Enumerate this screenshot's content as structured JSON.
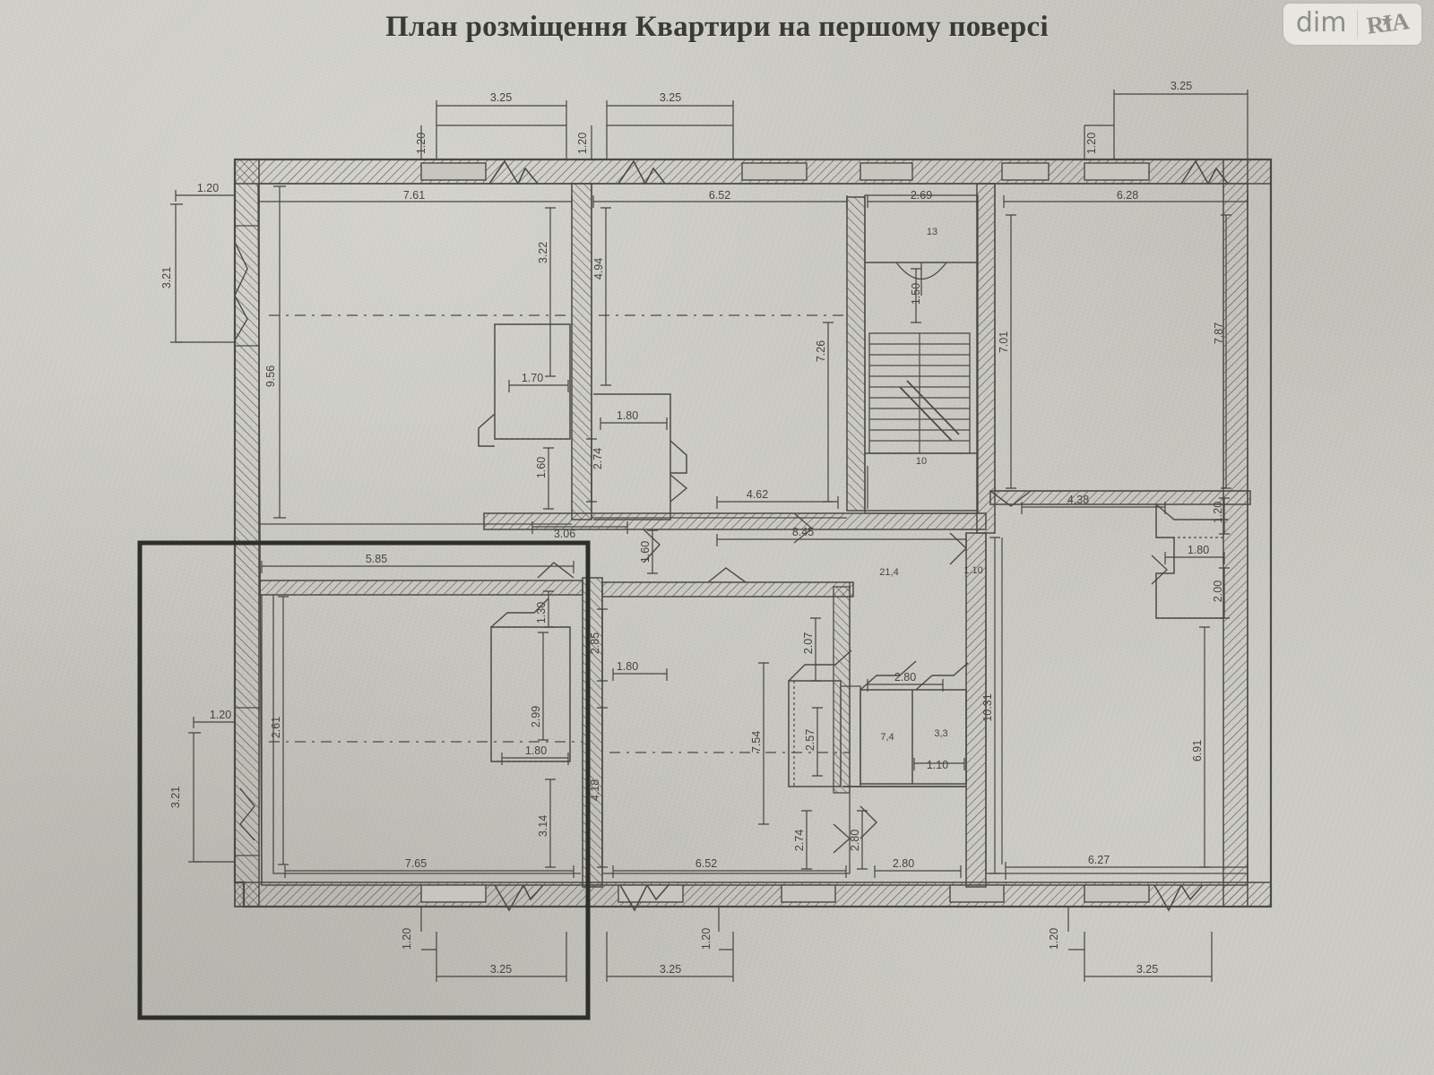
{
  "page": {
    "title": "План розміщення Квартири на першому поверсі",
    "background_color": "#c6c5be",
    "ink_color": "#45443f"
  },
  "watermark": {
    "left_text": "dim",
    "right_text": "RIA",
    "star": "★"
  },
  "drawing": {
    "type": "architectural-floor-plan",
    "units": "meters",
    "highlight_note": "thick black rectangle marks the selected apartment (lower-left)",
    "dimensions": {
      "top_exterior": [
        "3.25",
        "3.25",
        "3.25"
      ],
      "top_offsets": [
        "1.20",
        "1.20",
        "1.20"
      ],
      "top_inner_runs": [
        "1.20",
        "7.61",
        "6.52",
        "2.69",
        "6.28"
      ],
      "left_vertical": [
        "1.20",
        "3.21",
        "9.56"
      ],
      "upper_inner_vertical": [
        "3.22",
        "4.94",
        "7.26",
        "7.01",
        "7.87",
        "1.50"
      ],
      "mid_left_block": [
        "1.70",
        "1.80",
        "2.74",
        "1.60",
        "3.06"
      ],
      "mid_center": [
        "4.62",
        "8.45",
        "1.60"
      ],
      "mid_right": [
        "4.38",
        "1.20",
        "1.80",
        "2.00"
      ],
      "lower_left_block": [
        "5.85",
        "1.20",
        "3.21",
        "2.61",
        "2.99",
        "1.80",
        "1.30",
        "3.14",
        "7.65"
      ],
      "lower_center": [
        "2.85",
        "1.80",
        "4.18",
        "6.52",
        "2.07",
        "2.57",
        "7.54",
        "2.74"
      ],
      "lower_right": [
        "2.80",
        "1.10",
        "2.80",
        "2.80",
        "10.31",
        "6.27",
        "6.91"
      ],
      "bottom_offsets": [
        "1.20",
        "1.20",
        "1.20"
      ],
      "bottom_exterior": [
        "3.25",
        "3.25",
        "3.25"
      ]
    },
    "labels": {
      "top_room_mark": "13",
      "stair_mark_upper": "1.50",
      "stair_mark_lower": "10",
      "corridor_area": "21,4",
      "small_room_a": "7,4",
      "small_room_b": "3,3",
      "wc_mark": "1.10"
    }
  }
}
